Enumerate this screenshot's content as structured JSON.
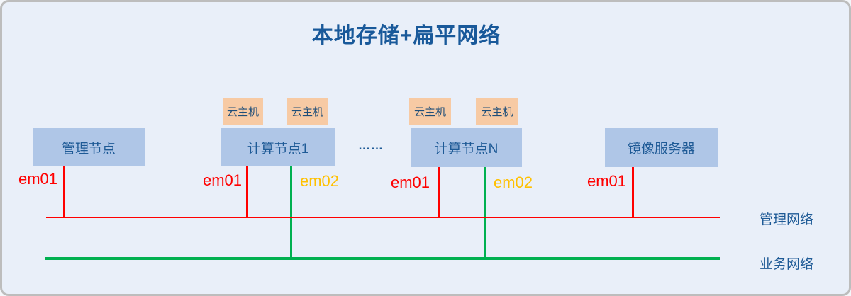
{
  "title": "本地存储+扁平网络",
  "diagram": {
    "nodes": [
      {
        "label": "管理节点"
      },
      {
        "label": "计算节点1"
      },
      {
        "label": "计算节点N"
      },
      {
        "label": "镜像服务器"
      }
    ],
    "vm_boxes": [
      {
        "label": "云主机"
      },
      {
        "label": "云主机"
      },
      {
        "label": "云主机"
      },
      {
        "label": "云主机"
      }
    ],
    "ellipsis": "……",
    "nic_labels": [
      {
        "label": "em01",
        "color": "#FF0000"
      },
      {
        "label": "em01",
        "color": "#FF0000"
      },
      {
        "label": "em02",
        "color": "#FFC000"
      },
      {
        "label": "em01",
        "color": "#FF0000"
      },
      {
        "label": "em02",
        "color": "#FFC000"
      },
      {
        "label": "em01",
        "color": "#FF0000"
      }
    ],
    "networks": [
      {
        "label": "管理网络",
        "line_color": "#FF0000"
      },
      {
        "label": "业务网络",
        "line_color": "#00B050"
      }
    ],
    "colors": {
      "background": "#E9EFF9",
      "frame_border": "#BDBDBD",
      "node_fill": "#AFC6E7",
      "vm_fill": "#F7CAA4",
      "text_blue": "#1E5A96",
      "em01": "#FF0000",
      "em02": "#FFC000"
    }
  }
}
